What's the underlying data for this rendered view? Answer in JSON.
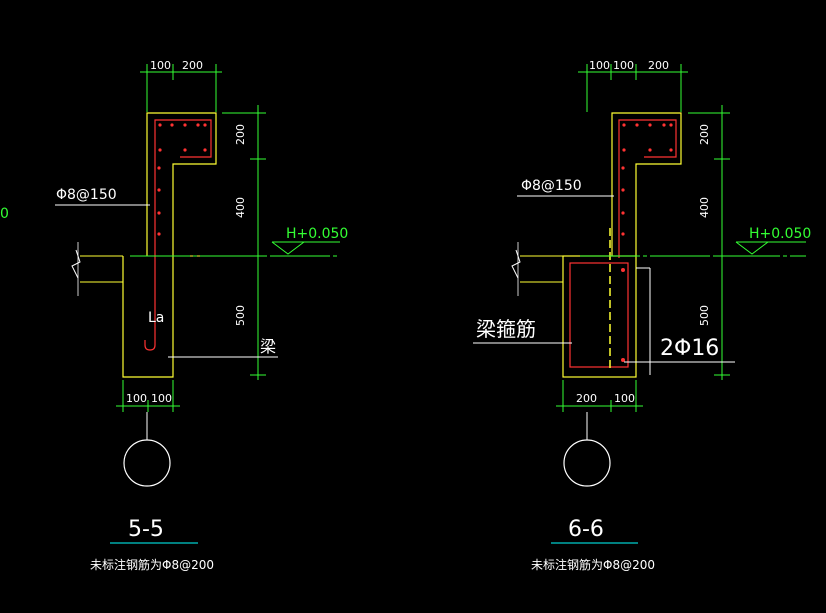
{
  "drawing": {
    "colors": {
      "background": "#000000",
      "dimension": "#33ff33",
      "outline": "#ffff33",
      "rebar": "#ff3333",
      "text": "#ffffff",
      "axis": "#ffffff",
      "cyan": "#00ffff"
    },
    "left_edge_fragment": "0",
    "section_a": {
      "top_dims": [
        "100",
        "200"
      ],
      "right_dims": [
        "200",
        "400",
        "500"
      ],
      "bottom_dims": [
        "100",
        "100"
      ],
      "stirrup_label": "Φ8@150",
      "elevation": "H+0.050",
      "anchorage_label": "La",
      "beam_label": "梁",
      "title": "5-5",
      "note": "未标注钢筋为Φ8@200"
    },
    "section_b": {
      "top_dims": [
        "100",
        "100",
        "200"
      ],
      "right_dims": [
        "200",
        "400",
        "500"
      ],
      "bottom_dims": [
        "200",
        "100"
      ],
      "stirrup_label": "Φ8@150",
      "elevation": "H+0.050",
      "beam_stirrup_label": "梁箍筋",
      "bar_label": "2Φ16",
      "title": "6-6",
      "note": "未标注钢筋为Φ8@200"
    }
  }
}
